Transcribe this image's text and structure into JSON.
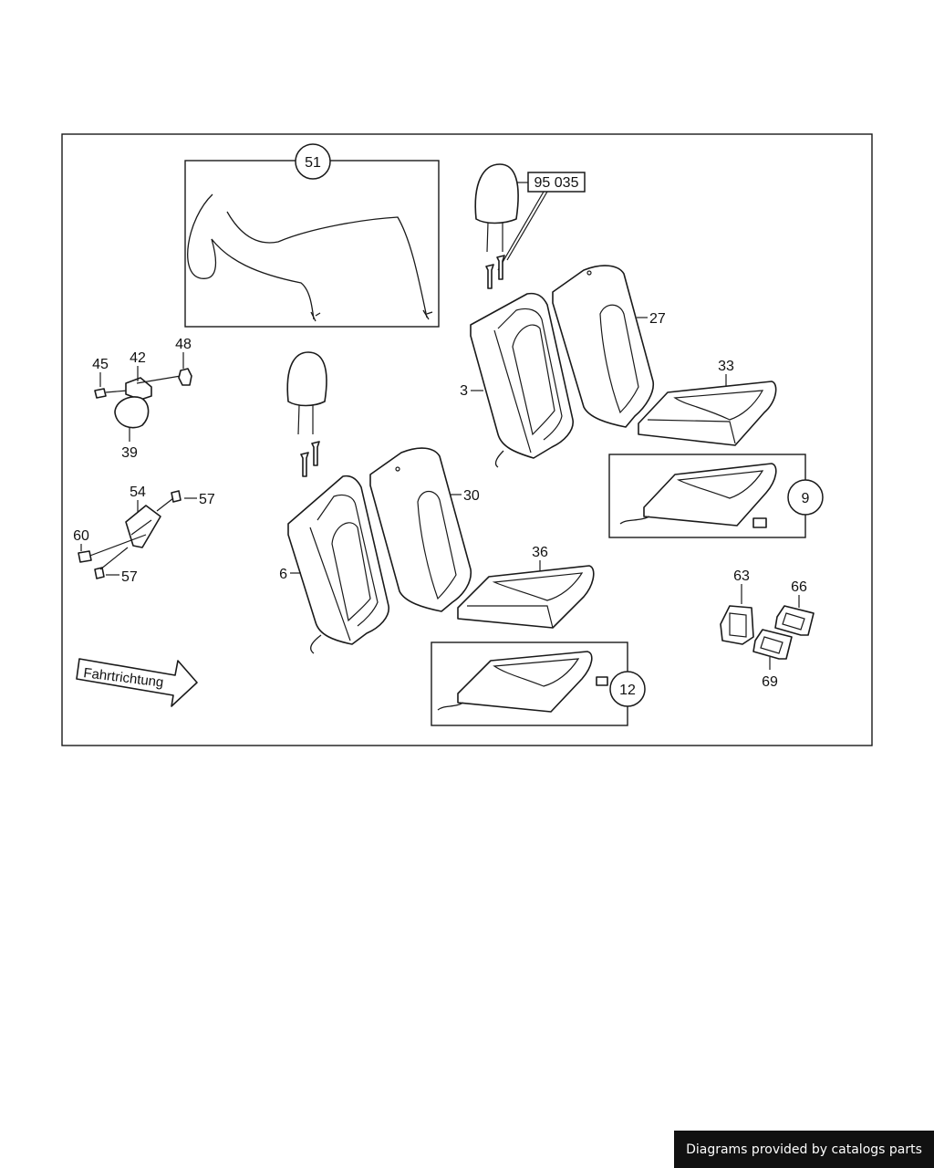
{
  "parts": {
    "p51": "51",
    "p95035": "95 035",
    "p27": "27",
    "p3": "3",
    "p33": "33",
    "p9": "9",
    "p45": "45",
    "p42": "42",
    "p48": "48",
    "p39": "39",
    "p54": "54",
    "p57a": "57",
    "p60": "60",
    "p57b": "57",
    "p30": "30",
    "p6": "6",
    "p36": "36",
    "p63": "63",
    "p66": "66",
    "p69": "69",
    "p12": "12"
  },
  "direction_label": "Fahrtrichtung",
  "credit": "Diagrams provided by catalogs parts"
}
